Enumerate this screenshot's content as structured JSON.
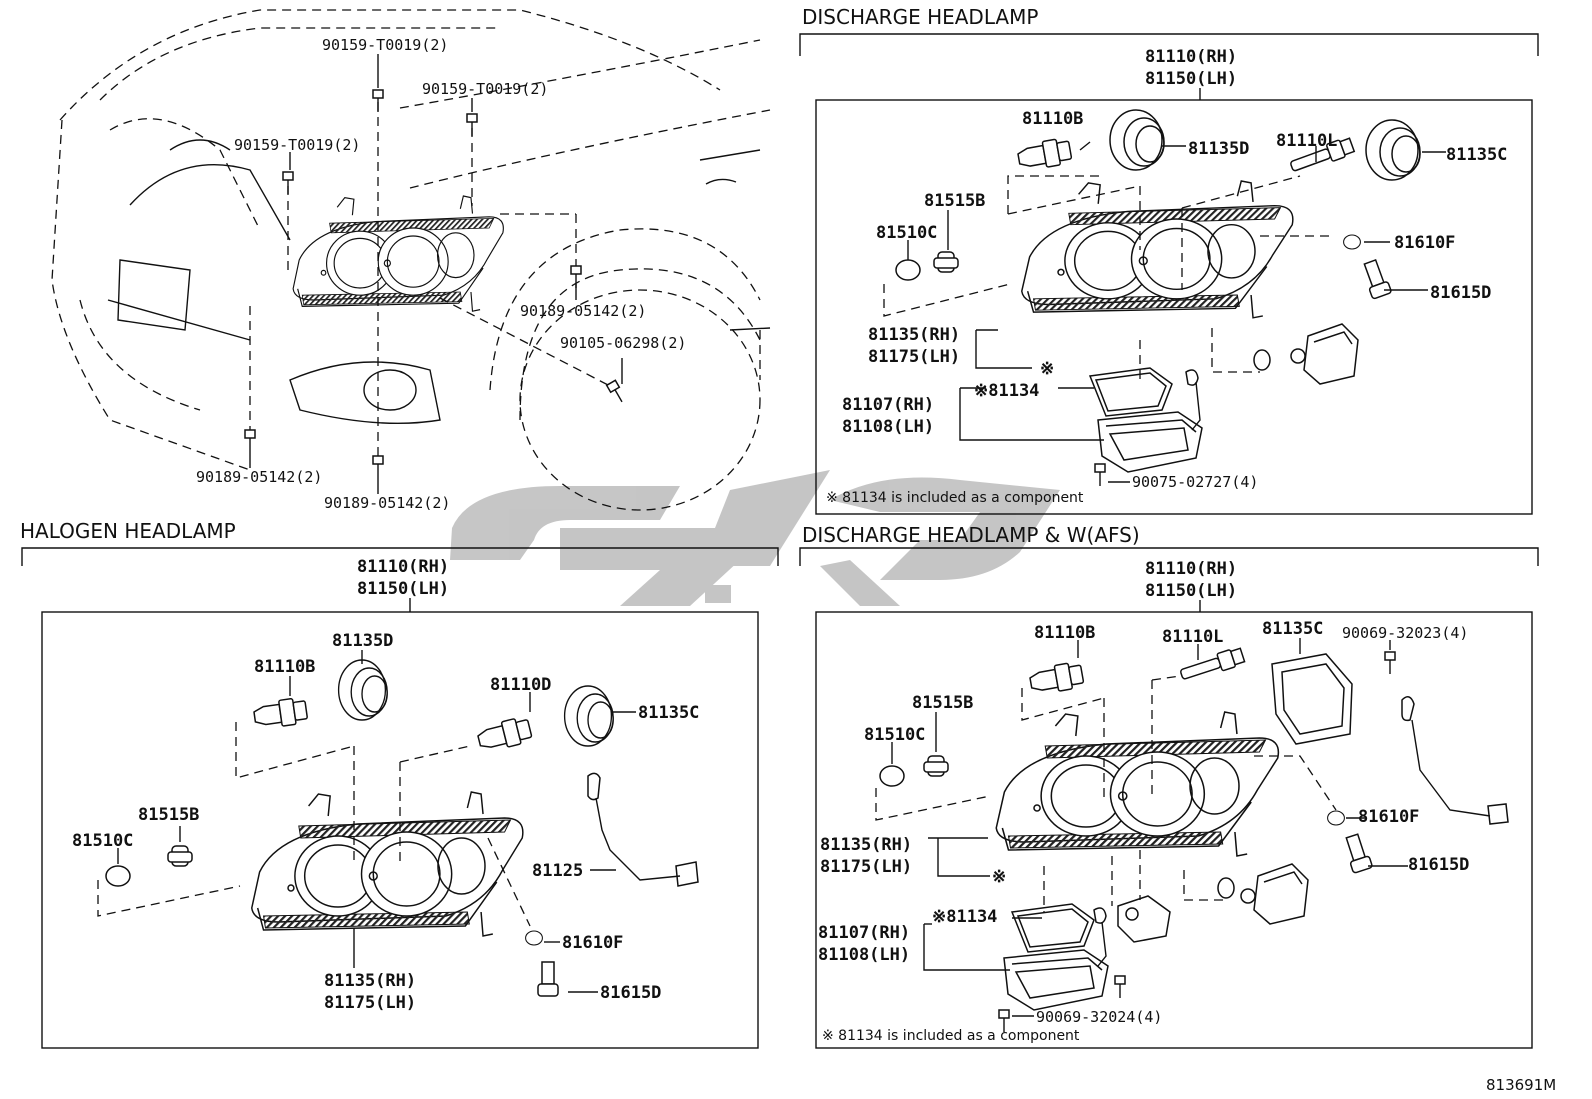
{
  "diagram_code": "813691M",
  "vehicle": {
    "callouts": [
      {
        "id": "v1",
        "text": "90159-T0019(2)"
      },
      {
        "id": "v2",
        "text": "90159-T0019(2)"
      },
      {
        "id": "v3",
        "text": "90159-T0019(2)"
      },
      {
        "id": "v4",
        "text": "90189-05142(2)"
      },
      {
        "id": "v5",
        "text": "90105-06298(2)"
      },
      {
        "id": "v6",
        "text": "90189-05142(2)"
      },
      {
        "id": "v7",
        "text": "90189-05142(2)"
      }
    ]
  },
  "discharge": {
    "title": "DISCHARGE HEADLAMP",
    "assy_rh": "81110(RH)",
    "assy_lh": "81150(LH)",
    "callouts": {
      "b": "81110B",
      "d135": "81135D",
      "l": "81110L",
      "c135": "81135C",
      "s515": "81515B",
      "s510": "81510C",
      "f610": "81610F",
      "d615": "81615D",
      "rh135": "81135(RH)",
      "lh175": "81175(LH)",
      "mark1": "※",
      "p134": "※81134",
      "rh107": "81107(RH)",
      "lh108": "81108(LH)",
      "screw": "90075-02727(4)"
    },
    "note": "※ 81134 is included as a component"
  },
  "halogen": {
    "title": "HALOGEN HEADLAMP",
    "assy_rh": "81110(RH)",
    "assy_lh": "81150(LH)",
    "callouts": {
      "d135": "81135D",
      "b": "81110B",
      "d110": "81110D",
      "c135": "81135C",
      "s515": "81515B",
      "s510": "81510C",
      "p125": "81125",
      "f610": "81610F",
      "d615": "81615D",
      "rh135": "81135(RH)",
      "lh175": "81175(LH)"
    }
  },
  "afs": {
    "title": "DISCHARGE HEADLAMP & W(AFS)",
    "assy_rh": "81110(RH)",
    "assy_lh": "81150(LH)",
    "callouts": {
      "b": "81110B",
      "l": "81110L",
      "c135": "81135C",
      "screw1": "90069-32023(4)",
      "s515": "81515B",
      "s510": "81510C",
      "f610": "81610F",
      "d615": "81615D",
      "rh135": "81135(RH)",
      "lh175": "81175(LH)",
      "mark1": "※",
      "p134": "※81134",
      "rh107": "81107(RH)",
      "lh108": "81108(LH)",
      "screw2": "90069-32024(4)"
    },
    "note": "※ 81134 is included as a component"
  }
}
